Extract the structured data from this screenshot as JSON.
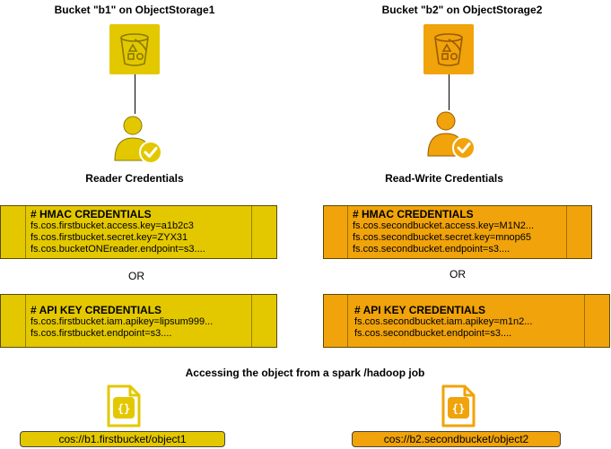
{
  "colors": {
    "left_fill": "#e3c800",
    "right_fill": "#f0a30a",
    "left_icon": "#e3c800",
    "right_icon": "#f0a30a"
  },
  "buckets": [
    {
      "title": "Bucket \"b1\" on ObjectStorage1",
      "credentials_label": "Reader Credentials",
      "icon": "bucket-icon",
      "user_icon": "verified-user-icon"
    },
    {
      "title": "Bucket \"b2\" on ObjectStorage2",
      "credentials_label": "Read-Write Credentials",
      "icon": "bucket-icon",
      "user_icon": "verified-user-icon"
    }
  ],
  "hmac": [
    {
      "header": "# HMAC CREDENTIALS",
      "lines": [
        "fs.cos.firstbucket.access.key=a1b2c3",
        "fs.cos.firstbucket.secret.key=ZYX31",
        "fs.cos.bucketONEreader.endpoint=s3...."
      ]
    },
    {
      "header": "# HMAC CREDENTIALS",
      "lines": [
        "fs.cos.secondbucket.access.key=M1N2...",
        "fs.cos.secondbucket.secret.key=mnop65",
        "fs.cos.secondbucket.endpoint=s3...."
      ]
    }
  ],
  "or_label": "OR",
  "apikey": [
    {
      "header": "# API KEY CREDENTIALS",
      "lines": [
        "fs.cos.firstbucket.iam.apikey=lipsum999...",
        "fs.cos.firstbucket.endpoint=s3...."
      ]
    },
    {
      "header": "# API KEY CREDENTIALS",
      "lines": [
        "fs.cos.secondbucket.iam.apikey=m1n2...",
        "fs.cos.secondbucket.endpoint=s3...."
      ]
    }
  ],
  "access_caption": "Accessing the object from a spark /hadoop job",
  "objects": [
    {
      "url": "cos://b1.firstbucket/object1",
      "icon": "json-file-icon"
    },
    {
      "url": "cos://b2.secondbucket/object2",
      "icon": "json-file-icon"
    }
  ]
}
